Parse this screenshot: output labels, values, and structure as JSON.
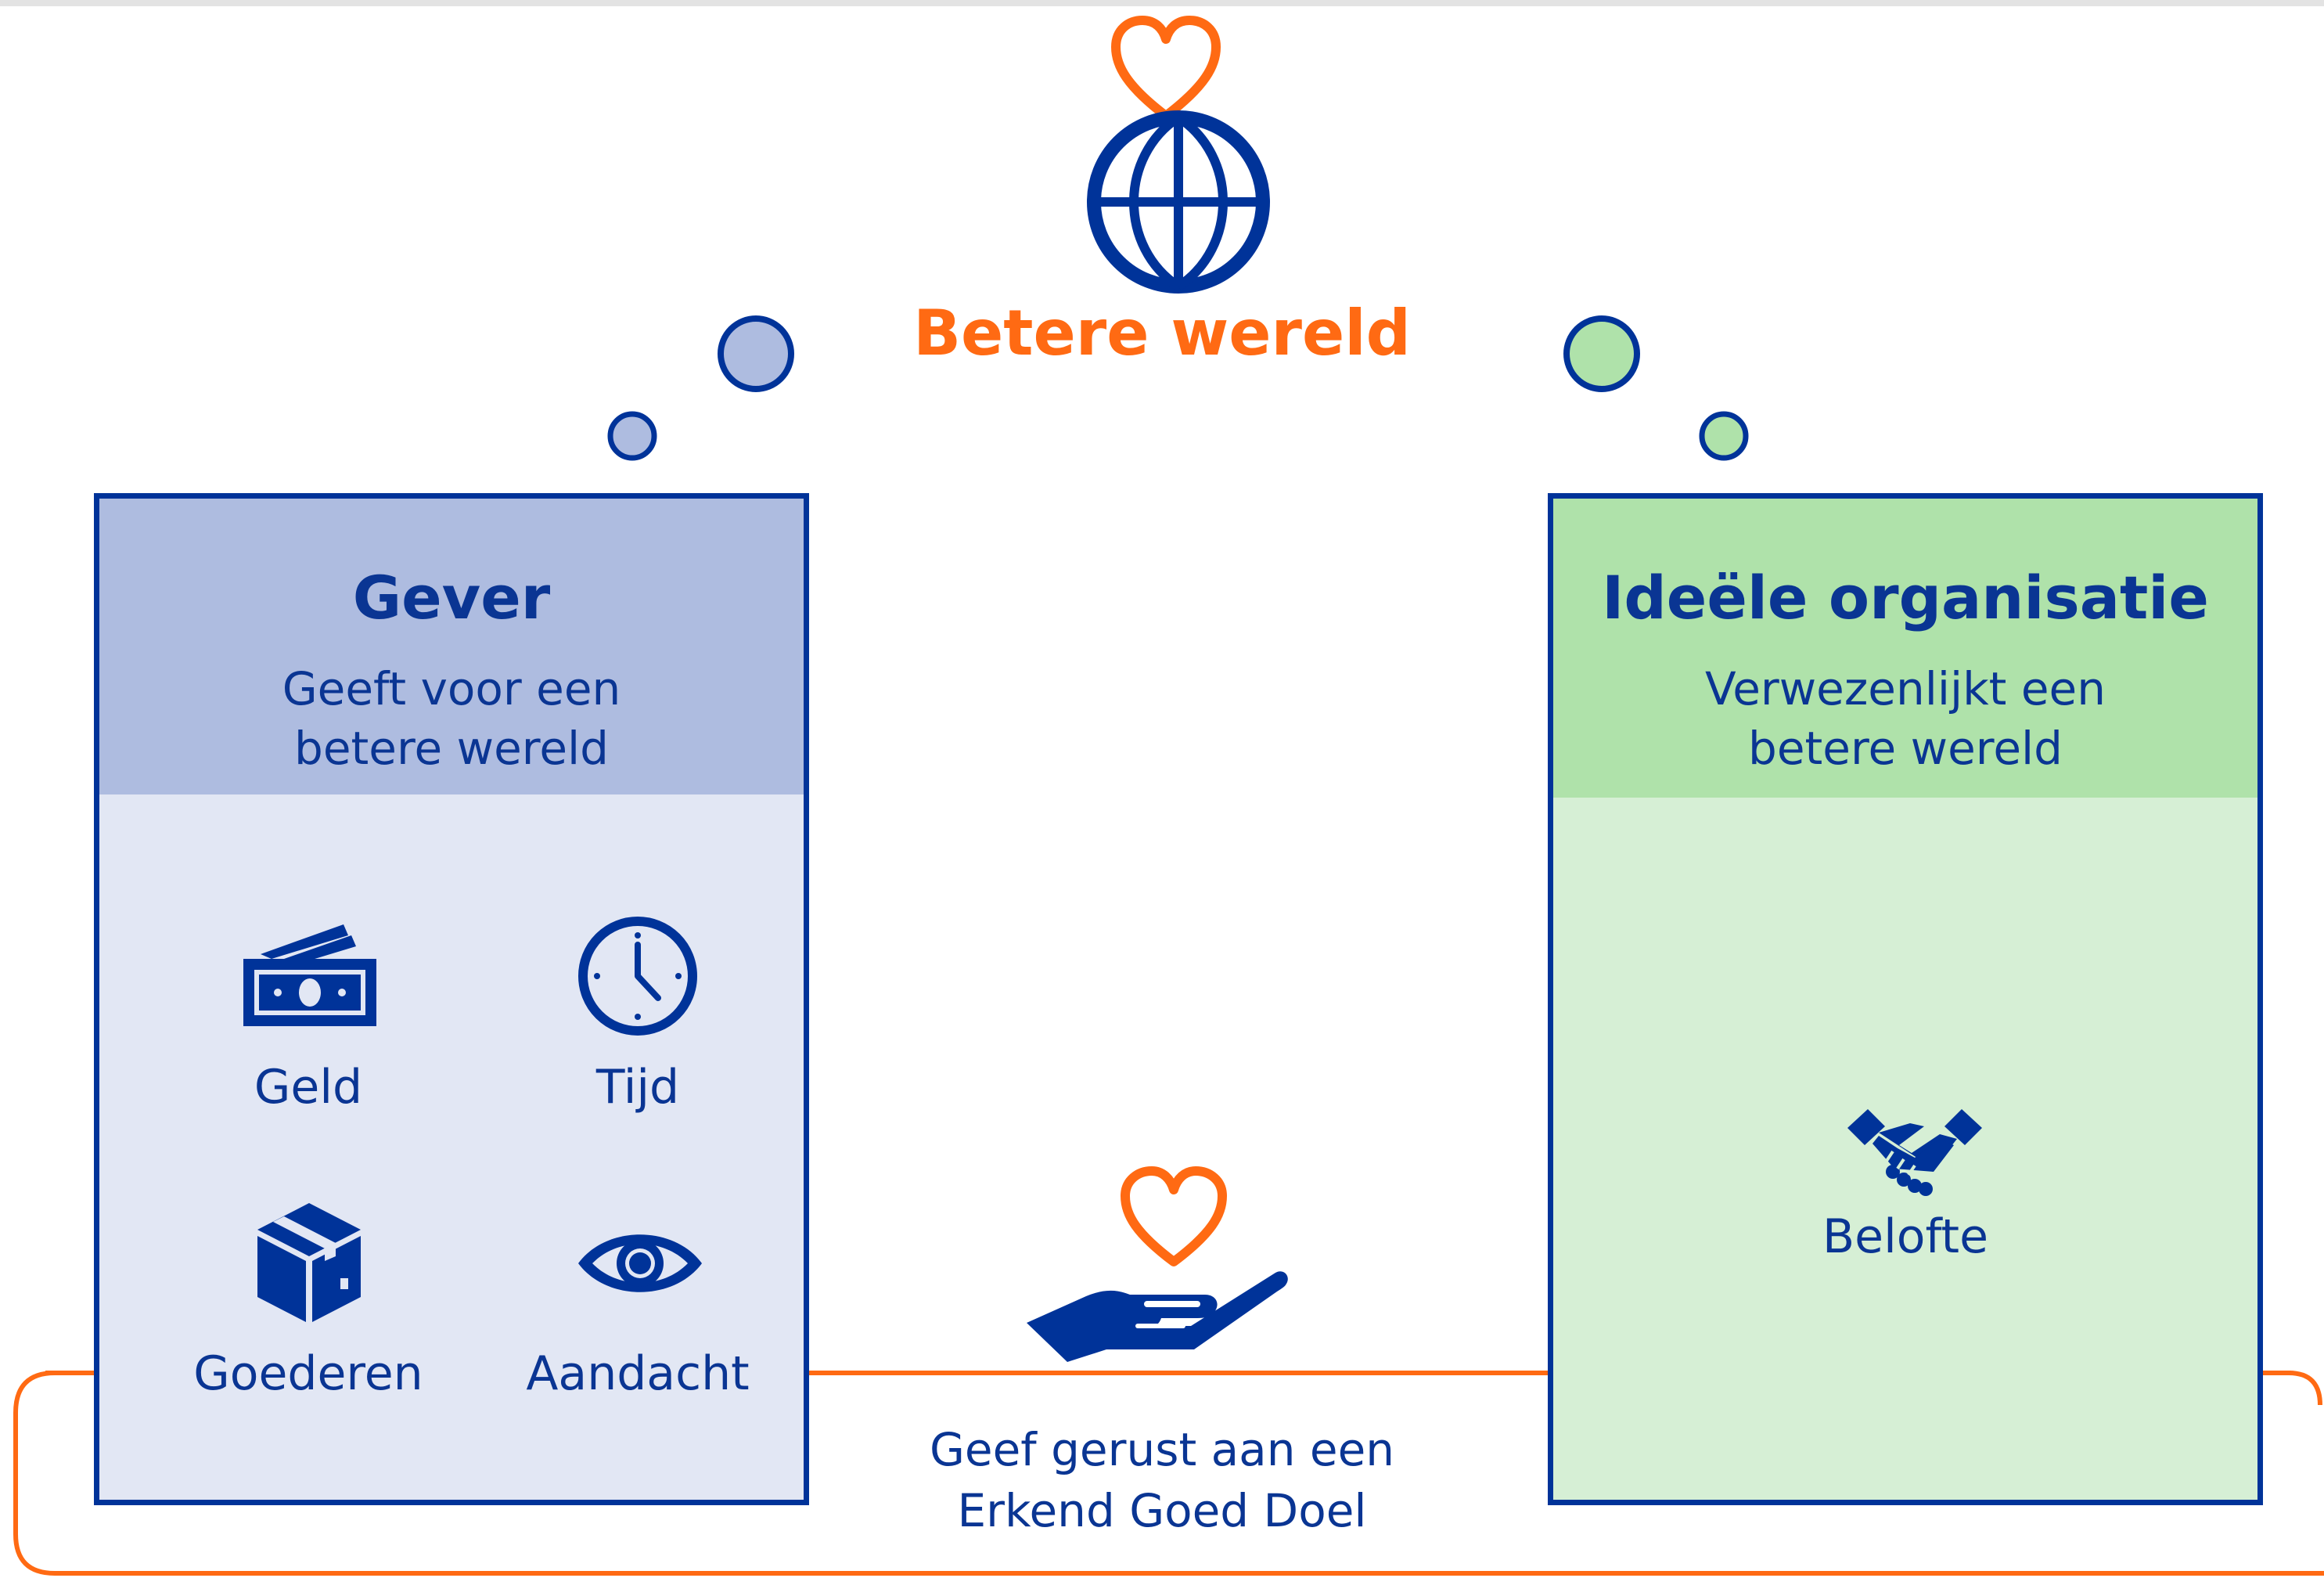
{
  "colors": {
    "blue": "#003399",
    "orange": "#ff6a13",
    "giver_light": "#e2e7f4",
    "giver_head": "#aebce0",
    "org_light": "#d6efd5",
    "org_head": "#afe2aa"
  },
  "top": {
    "title": "Betere wereld",
    "icons": [
      "heart-icon",
      "globe-icon"
    ]
  },
  "giver": {
    "title": "Gever",
    "subtitle": "Geeft voor een betere wereld",
    "items": [
      {
        "label": "Geld",
        "icon": "money-icon"
      },
      {
        "label": "Tijd",
        "icon": "clock-icon"
      },
      {
        "label": "Goederen",
        "icon": "box-icon"
      },
      {
        "label": "Aandacht",
        "icon": "eye-icon"
      }
    ]
  },
  "organization": {
    "title": "Ideële organisatie",
    "subtitle": "Verwezenlijkt een betere wereld",
    "items": [
      {
        "label": "Belofte",
        "icon": "handshake-icon"
      }
    ]
  },
  "bottom": {
    "text": "Geef gerust aan een Erkend Goed Doel",
    "icon": "hand-heart-icon"
  }
}
